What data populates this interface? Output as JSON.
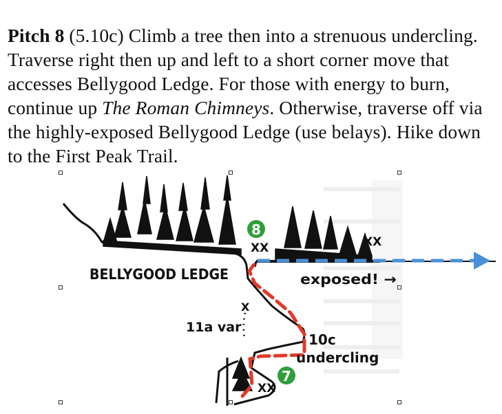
{
  "description": {
    "lead": "Pitch 8",
    "grade": " (5.10c) ",
    "text_1": "Climb a tree then into a strenuous undercling. Traverse right then up and left to a short corner move that accesses Bellygood Ledge. For those with energy to burn, continue up ",
    "route_name": "The Roman Chimneys",
    "text_2": ". Otherwise, traverse off via the highly-exposed Bellygood Ledge (use belays). Hike down to the First Peak Trail."
  },
  "topo": {
    "ledge_label": "BELLYGOOD LEDGE",
    "exposed_label": "exposed! →",
    "variation_label": "11a var",
    "grade_label": "10c",
    "crux_label": "undercling",
    "belay_top_number": "8",
    "belay_bottom_number": "7",
    "anchor_mark": "XX",
    "bolt_mark": "X",
    "colors": {
      "route_line": "#e03a2a",
      "traverse_arrow": "#4a90d9",
      "belay_badge": "#2f9e3a",
      "ink": "#111111",
      "faded_text": "#c8c8c8"
    }
  },
  "icons": [
    "tree-icon",
    "arrow-right-icon",
    "belay-badge-icon"
  ]
}
